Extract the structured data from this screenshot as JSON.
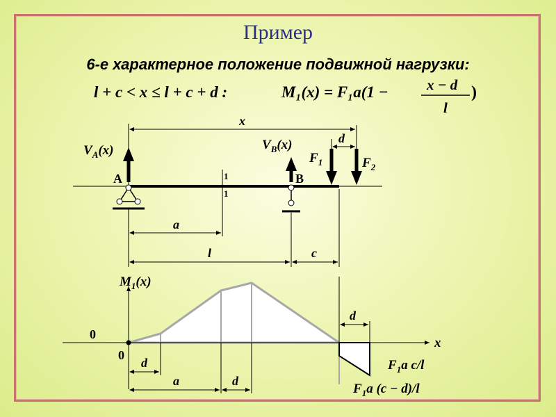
{
  "title": "Пример",
  "subtitle": "6-е характерное положение подвижной нагрузки:",
  "formula": {
    "condition": "l + c < x ≤ l + c + d :",
    "moment_lhs": "M₁(x) = F₁a(1 −",
    "frac_num": "x − d",
    "frac_den": "l",
    "close": ")"
  },
  "beam": {
    "x_label": "x",
    "va_label": "VA(x)",
    "vb_label": "VB(x)",
    "support_a": "A",
    "support_b": "B",
    "f1_label": "F1",
    "f2_label": "F2",
    "d_label": "d",
    "section_top": "1",
    "section_bottom": "1",
    "dim_a": "a",
    "dim_l": "l",
    "dim_c": "c"
  },
  "diagram": {
    "y_label": "M1(x)",
    "x_label": "x",
    "zero_left": "0",
    "zero_origin": "0",
    "dim_d_left": "d",
    "dim_a": "a",
    "dim_d_mid": "d",
    "dim_d_right": "d",
    "label_f1ac": "F1a c/l",
    "label_f1acd": "F1a (c − d)/l"
  },
  "colors": {
    "frame": "#c9736e",
    "title": "#2b2f8a",
    "fill": "#ffffff",
    "outline": "#a8a8a8"
  }
}
